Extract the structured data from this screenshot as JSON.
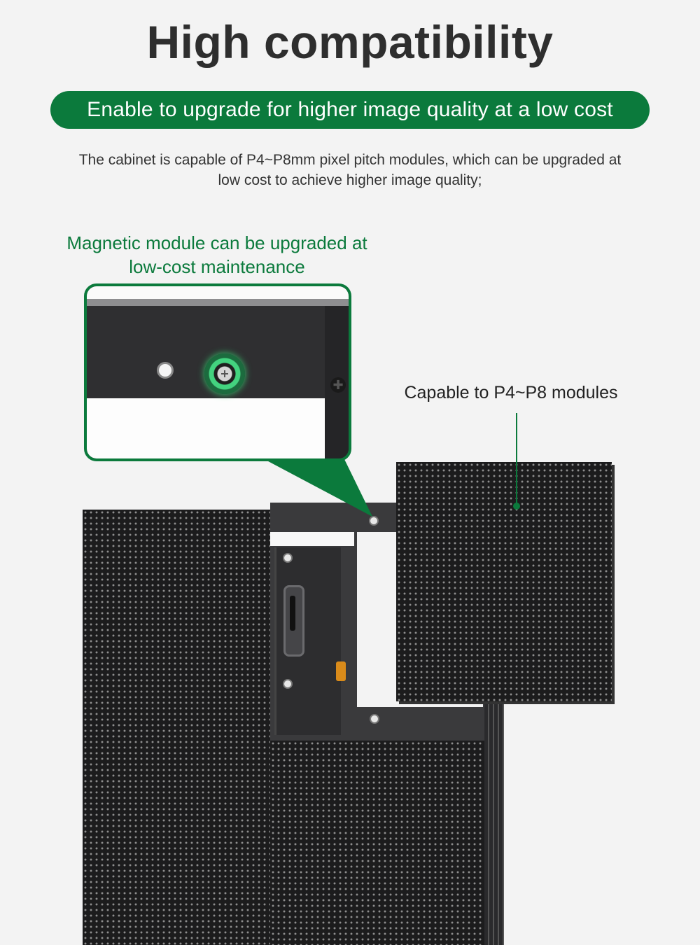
{
  "header": {
    "title": "High compatibility",
    "banner": "Enable to upgrade for higher image quality at a low cost",
    "description": "The cabinet is capable of P4~P8mm pixel pitch modules, which can be upgraded at low cost to achieve higher image quality;"
  },
  "callouts": {
    "magnetic": "Magnetic module can be upgraded at low-cost maintenance",
    "capable": "Capable to P4~P8 modules"
  },
  "colors": {
    "accent": "#0b7a3c",
    "background": "#f3f3f3",
    "text": "#333333"
  },
  "icons": {
    "magnet": "magnet-screw-icon",
    "screw": "screw-icon",
    "bolt": "bolt-icon"
  }
}
